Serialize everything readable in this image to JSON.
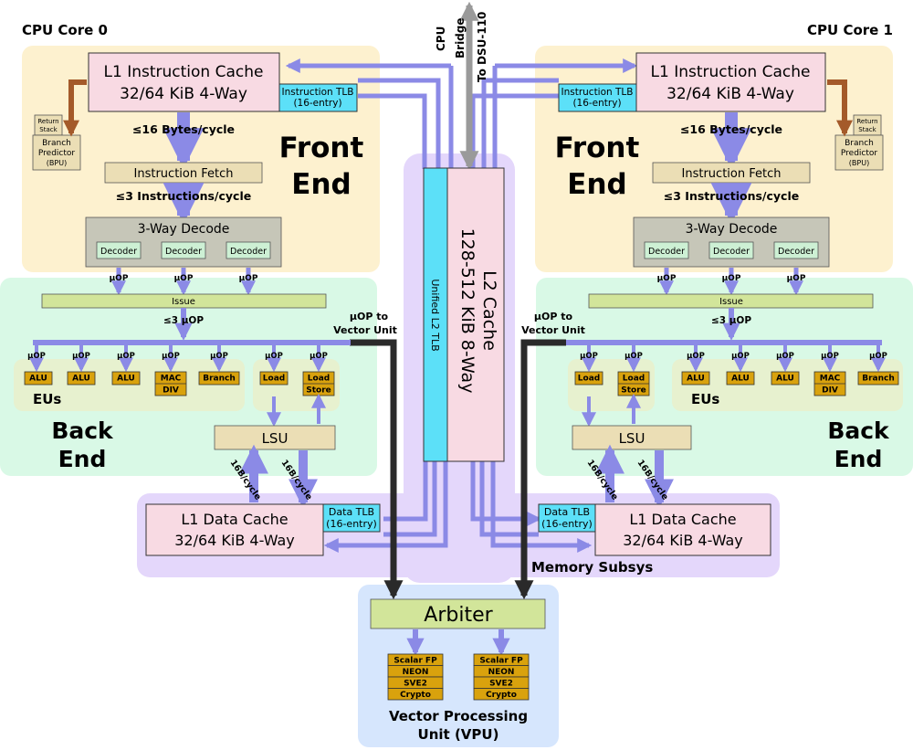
{
  "colors": {
    "front_end": "#fdf1cf",
    "back_end": "#d9f9e6",
    "memory": "#e4d7fb",
    "vpu": "#d6e6fd",
    "cache_pink": "#f8dae3",
    "tlb_cyan": "#5ce0f8",
    "tan_box": "#ebdeb5",
    "decode_gray": "#c6c6b8",
    "decoder_green": "#cdf0d4",
    "issue_green": "#d2e59a",
    "eu_gold": "#d9a20d",
    "arrow_blue": "#8b8ae6",
    "arrow_gray": "#9a9a9a",
    "arrow_brown": "#a45a2a",
    "dark_line": "#2a2a2a"
  },
  "top_links": {
    "cpu": "CPU",
    "bridge": "Bridge",
    "dsu": "To DSU-110"
  },
  "core0": {
    "title": "CPU Core 0",
    "l1i": {
      "line1": "L1 Instruction Cache",
      "line2": "32/64 KiB 4-Way"
    },
    "itlb": {
      "line1": "Instruction TLB",
      "line2": "(16-entry)"
    },
    "return_stack": {
      "line1": "Return",
      "line2": "Stack"
    },
    "bpu": {
      "line1": "Branch",
      "line2": "Predictor",
      "line3": "(BPU)"
    },
    "fetch_rate": "≤16 Bytes/cycle",
    "front_end": {
      "line1": "Front",
      "line2": "End"
    },
    "fetch": "Instruction Fetch",
    "decode_rate": "≤3 Instructions/cycle",
    "decode": "3-Way Decode",
    "decoders": [
      "Decoder",
      "Decoder",
      "Decoder"
    ],
    "uops": [
      "µOP",
      "µOP",
      "µOP"
    ],
    "issue": "Issue",
    "issue_rate": "≤3 µOP",
    "vector_out": {
      "line1": "µOP to",
      "line2": "Vector Unit"
    },
    "port_uops": [
      "µOP",
      "µOP",
      "µOP",
      "µOP",
      "µOP",
      "µOP",
      "µOP"
    ],
    "eus": [
      "ALU",
      "ALU",
      "ALU",
      "MAC",
      "DIV",
      "Branch"
    ],
    "eus_label": "EUs",
    "ls_units": [
      "Load",
      "Load",
      "Store"
    ],
    "lsu": "LSU",
    "back_end": {
      "line1": "Back",
      "line2": "End"
    },
    "bw1": "16B/cycle",
    "bw2": "16B/cycle",
    "l1d": {
      "line1": "L1 Data Cache",
      "line2": "32/64 KiB 4-Way"
    },
    "dtlb": {
      "line1": "Data TLB",
      "line2": "(16-entry)"
    }
  },
  "core1": {
    "title": "CPU Core 1",
    "l1i": {
      "line1": "L1 Instruction Cache",
      "line2": "32/64 KiB 4-Way"
    },
    "itlb": {
      "line1": "Instruction TLB",
      "line2": "(16-entry)"
    },
    "return_stack": {
      "line1": "Return",
      "line2": "Stack"
    },
    "bpu": {
      "line1": "Branch",
      "line2": "Predictor",
      "line3": "(BPU)"
    },
    "fetch_rate": "≤16 Bytes/cycle",
    "front_end": {
      "line1": "Front",
      "line2": "End"
    },
    "fetch": "Instruction Fetch",
    "decode_rate": "≤3 Instructions/cycle",
    "decode": "3-Way Decode",
    "decoders": [
      "Decoder",
      "Decoder",
      "Decoder"
    ],
    "uops": [
      "µOP",
      "µOP",
      "µOP"
    ],
    "issue": "Issue",
    "issue_rate": "≤3 µOP",
    "vector_out": {
      "line1": "µOP to",
      "line2": "Vector Unit"
    },
    "port_uops": [
      "µOP",
      "µOP",
      "µOP",
      "µOP",
      "µOP",
      "µOP",
      "µOP"
    ],
    "eus": [
      "ALU",
      "ALU",
      "ALU",
      "MAC",
      "DIV",
      "Branch"
    ],
    "eus_label": "EUs",
    "ls_units": [
      "Load",
      "Load",
      "Store"
    ],
    "lsu": "LSU",
    "back_end": {
      "line1": "Back",
      "line2": "End"
    },
    "bw1": "16B/cycle",
    "bw2": "16B/cycle",
    "l1d": {
      "line1": "L1 Data Cache",
      "line2": "32/64 KiB 4-Way"
    },
    "dtlb": {
      "line1": "Data TLB",
      "line2": "(16-entry)"
    }
  },
  "l2": {
    "line1": "L2 Cache",
    "line2": "128-512 KiB 8-Way",
    "tlb": "Unified L2 TLB"
  },
  "memory_label": "Memory Subsys",
  "arbiter": "Arbiter",
  "vpu_units": [
    "Scalar FP",
    "NEON",
    "SVE2",
    "Crypto"
  ],
  "vpu_label": {
    "line1": "Vector Processing",
    "line2": "Unit (VPU)"
  }
}
